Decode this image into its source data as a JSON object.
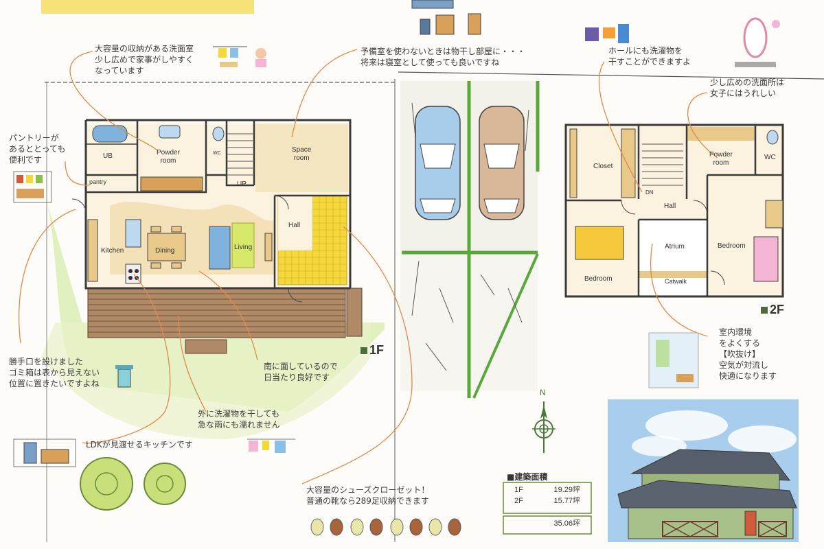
{
  "notes": {
    "washroom": "大容量の収納がある洗面室\n少し広めで家事がしやすく\nなっています",
    "spare_room": "予備室を使わないときは物干し部屋に・・・\n将来は寝室として使っても良いですね",
    "pantry": "パントリーが\nあるととっても\n便利です",
    "hall_2f": "ホールにも洗濯物を\n干すことができますよ",
    "washroom_2f": "少し広めの洗面所は\n女子にはうれしい",
    "back_door": "勝手口を設けました\nゴミ箱は表から見えない\n位置に置きたいですよね",
    "south": "南に面しているので\n日当たり良好です",
    "laundry": "外に洗濯物を干しても\n急な雨にも濡れません",
    "kitchen": "LDKが見渡せるキッチンです",
    "shoe_closet": "大容量のシューズクローゼット！\n普通の靴なら289足収納できます",
    "atrium": "室内環境\nをよくする\n【吹抜け】\n空気が対流し\n快適になります"
  },
  "rooms_1f": {
    "ub": "UB",
    "powder": "Powder\nroom",
    "wc": "WC",
    "space": "Space\nroom",
    "pantry": "pantry",
    "up": "UP",
    "hall": "Hall",
    "kitchen": "Kitchen",
    "dining": "Dining",
    "living": "Living"
  },
  "rooms_2f": {
    "closet": "Closet",
    "dn": "DN",
    "hall": "Hall",
    "powder": "Powder\nroom",
    "wc": "WC",
    "bedroom_left": "Bedroom",
    "atrium": "Atrium",
    "bedroom_right": "Bedroom",
    "catwalk": "Catwalk"
  },
  "floor_labels": {
    "f1": "1F",
    "f2": "2F"
  },
  "compass": {
    "north": "N"
  },
  "area": {
    "title": "■建築面積",
    "rows": [
      {
        "label": "1F",
        "value": "19.29坪"
      },
      {
        "label": "2F",
        "value": "15.77坪"
      }
    ],
    "total": "35.06坪"
  },
  "colors": {
    "wall": "#3a3a3a",
    "wood": "#e8c98a",
    "deck": "#8a6a4a",
    "grass": "#b9d98a",
    "lawn_line": "#5aa83c",
    "tile": "#f5d83a",
    "header_band": "#f7e27a"
  }
}
